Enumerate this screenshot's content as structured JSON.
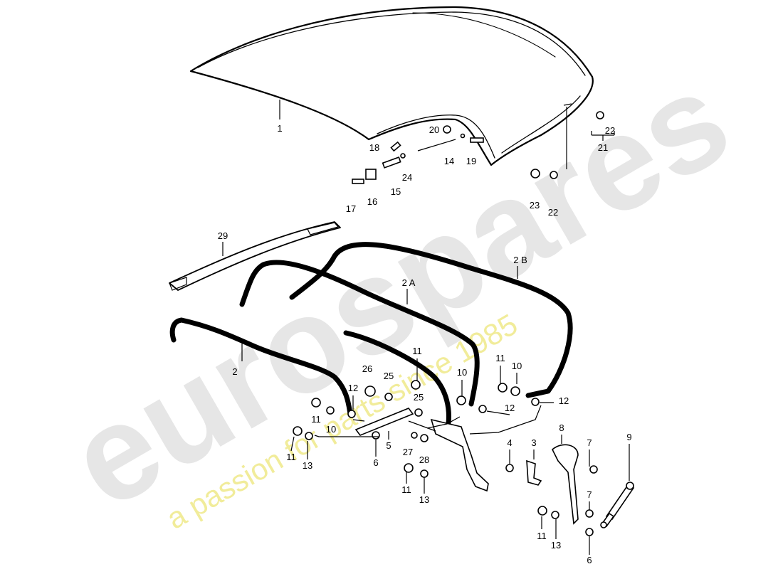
{
  "watermark": {
    "brand": "eurospares",
    "tagline": "a passion for parts since 1985",
    "tagline_color": "#f1ec9a",
    "brand_color": "#e6e6e6"
  },
  "callouts": {
    "c1": "1",
    "c2": "2",
    "c2a": "2 A",
    "c2b": "2 B",
    "c3": "3",
    "c4": "4",
    "c5": "5",
    "c6a": "6",
    "c6b": "6",
    "c7a": "7",
    "c7b": "7",
    "c8": "8",
    "c9": "9",
    "c10a": "10",
    "c10b": "10",
    "c10c": "10",
    "c11a": "11",
    "c11b": "11",
    "c11c": "11",
    "c11d": "11",
    "c11e": "11",
    "c11f": "11",
    "c12a": "12",
    "c12b": "12",
    "c12c": "12",
    "c13a": "13",
    "c13b": "13",
    "c13c": "13",
    "c14": "14",
    "c15": "15",
    "c16": "16",
    "c17": "17",
    "c18": "18",
    "c19": "19",
    "c20": "20",
    "c21": "21",
    "c22a": "22",
    "c22b": "22",
    "c23": "23",
    "c24": "24",
    "c25a": "25",
    "c25b": "25",
    "c26": "26",
    "c27": "27",
    "c28": "28",
    "c29": "29"
  }
}
